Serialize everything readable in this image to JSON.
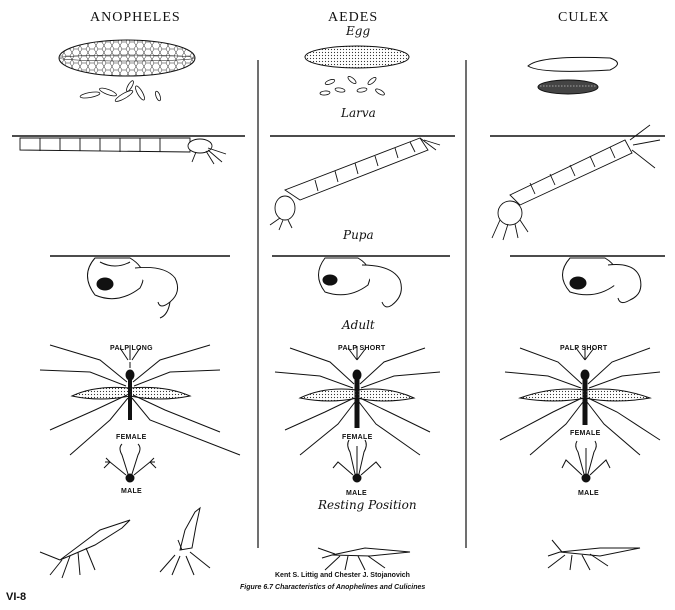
{
  "columns": {
    "anopheles": "ANOPHELES",
    "aedes": "AEDES",
    "culex": "CULEX"
  },
  "stages": {
    "egg": "Egg",
    "larva": "Larva",
    "pupa": "Pupa",
    "adult": "Adult",
    "resting": "Resting Position"
  },
  "adult_labels": {
    "anopheles_palp": "PALP LONG",
    "aedes_palp": "PALP SHORT",
    "culex_palp": "PALP SHORT",
    "female": "FEMALE",
    "male": "MALE"
  },
  "footer": {
    "authors": "Kent S. Littig and Chester J. Stojanovich",
    "caption": "Figure 6.7   Characteristics of Anophelines and Culicines",
    "page_id": "VI-8"
  }
}
